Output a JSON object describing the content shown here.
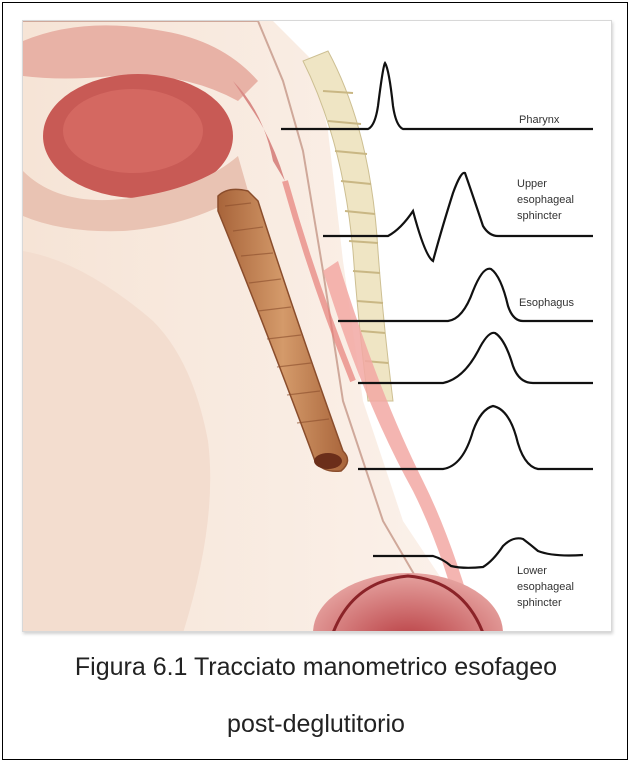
{
  "figure": {
    "labels": {
      "pharynx": "Pharynx",
      "upper_1": "Upper",
      "upper_2": "esophageal",
      "upper_3": "sphincter",
      "esophagus": "Esophagus",
      "lower_1": "Lower",
      "lower_2": "esophageal",
      "lower_3": "sphincter"
    }
  },
  "caption": {
    "line1": "Figura 6.1 Tracciato manometrico esofageo",
    "line2": "post-deglutitorio"
  }
}
